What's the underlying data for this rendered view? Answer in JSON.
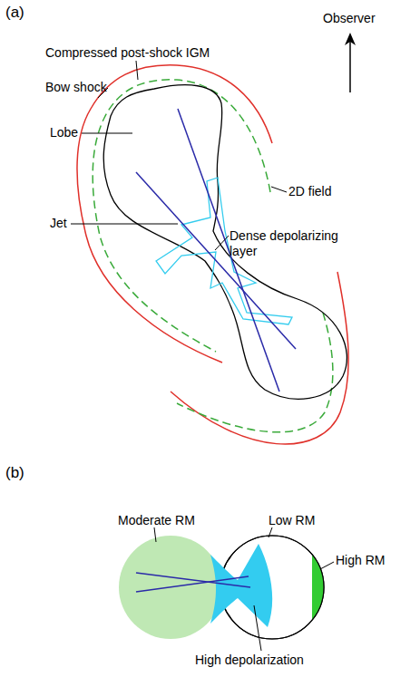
{
  "diagram": {
    "labels": [
      "(a)",
      "Observer",
      "Compressed post-shock IGM",
      "Bow shock",
      "Lobe",
      "2D field",
      "Jet",
      "Dense depolarizing layer",
      "(b)",
      "Moderate RM",
      "Low RM",
      "High RM",
      "High depolarization"
    ]
  }
}
